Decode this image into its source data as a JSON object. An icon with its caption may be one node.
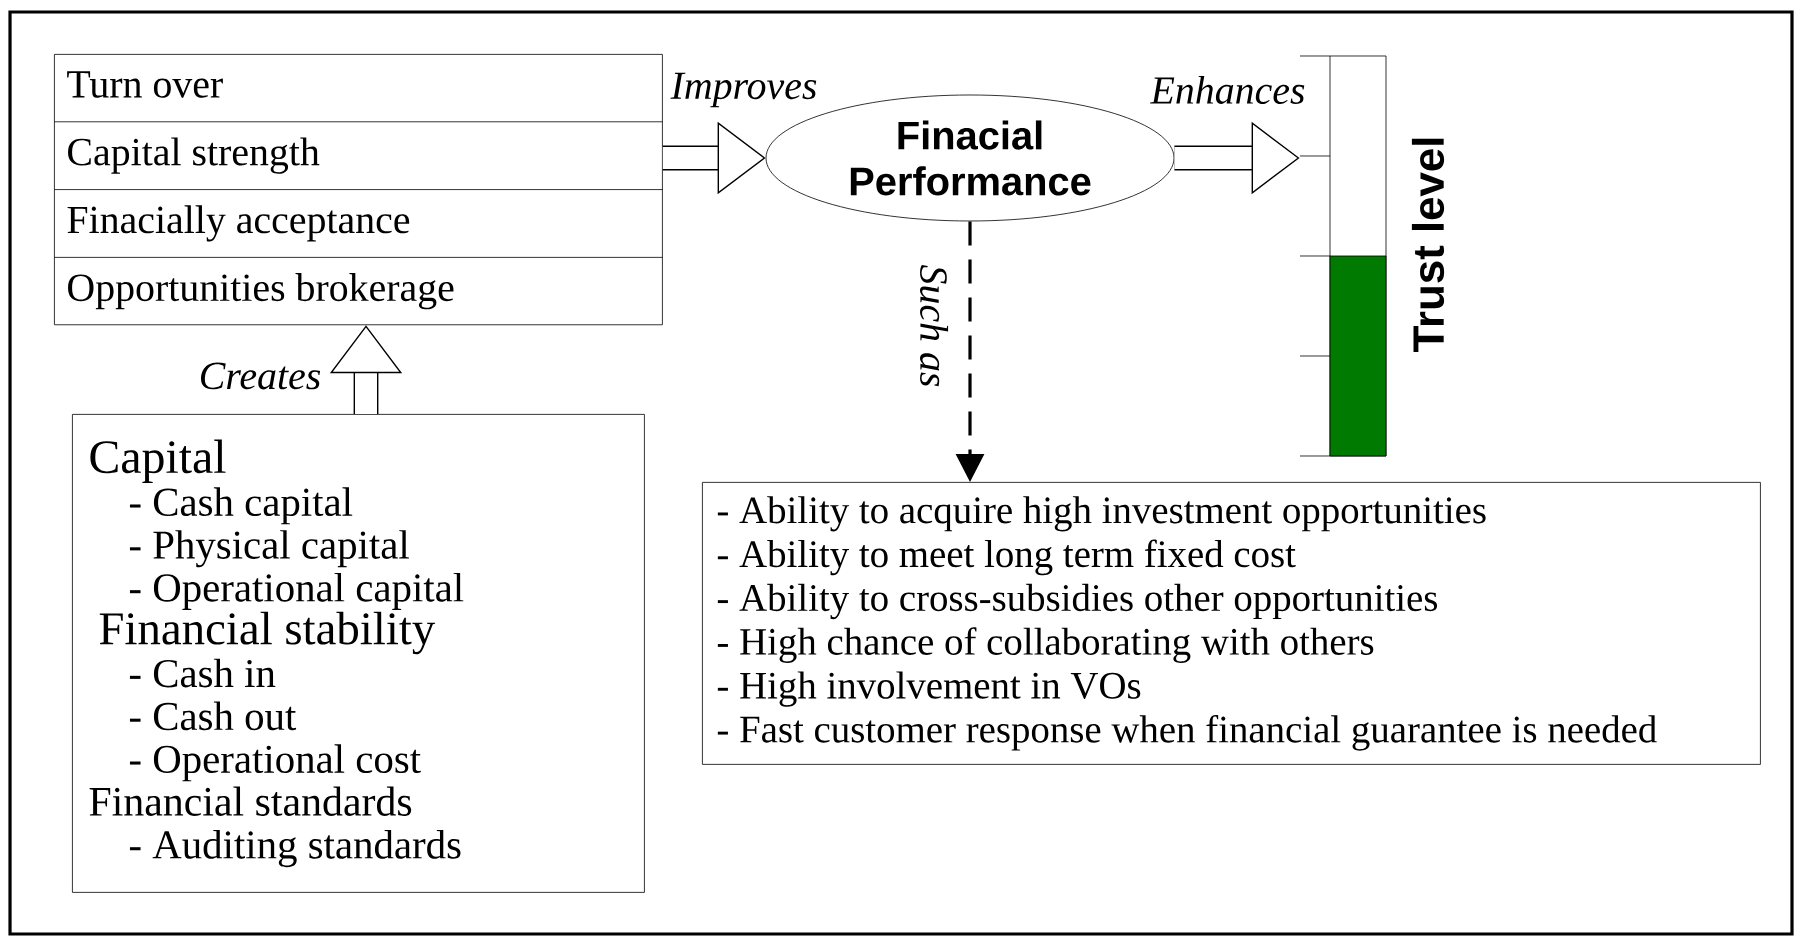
{
  "diagram": {
    "nodes": [
      {
        "text": [
          "Turn over",
          "Capital strength",
          "Finacially acceptance",
          "Opportunities brokerage"
        ]
      },
      {
        "text": [
          "Finacial Performance"
        ]
      },
      {
        "text": [],
        "shape": "bar",
        "beside": [
          "Trust level"
        ]
      },
      {
        "text": [
          "Capital",
          "- Cash capital",
          "- Physical capital",
          "- Operational capital",
          "Financial stability",
          "- Cash in",
          "- Cash out",
          "- Operational cost",
          "Financial standards",
          "- Auditing standards"
        ]
      },
      {
        "text": [
          "- Ability to acquire high investment opportunities",
          "- Ability to meet long term fixed cost",
          "- Ability to cross-subsidies other opportunities",
          "- High chance of collaborating with others",
          "- High involvement in VOs",
          "- Fast customer response when financial guarantee is needed"
        ]
      }
    ],
    "edges": [
      {
        "from": 0,
        "to": 1,
        "arrow": "to",
        "label": "Improves"
      },
      {
        "from": 1,
        "to": 2,
        "arrow": "to",
        "label": "Enhances"
      },
      {
        "from": 1,
        "to": 4,
        "arrow": "to",
        "label": "Such as",
        "style": "dashed"
      },
      {
        "from": 3,
        "to": 0,
        "arrow": "to",
        "label": "Creates"
      }
    ]
  }
}
